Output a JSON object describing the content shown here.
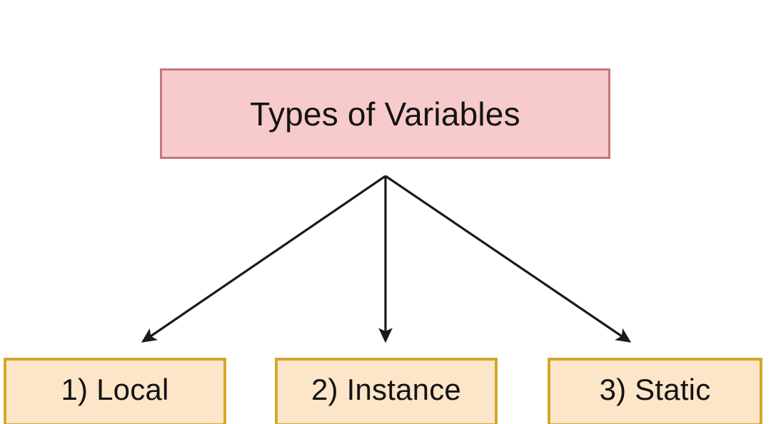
{
  "diagram": {
    "title": "Types of Variables",
    "background_color": "#FFFFFF",
    "root": {
      "label": "Types of Variables",
      "fill_color": "#F7CBCB",
      "border_color": "#C4777C"
    },
    "connector": {
      "style": "solid-line-with-filled-arrowhead",
      "color": "#1A1A1A",
      "origin": "single-junction-below-root",
      "count": 3
    },
    "children": [
      {
        "label": "1) Local",
        "index": "1",
        "name": "Local",
        "fill_color": "#FCE5C8",
        "border_color": "#D4A72C"
      },
      {
        "label": "2) Instance",
        "index": "2",
        "name": "Instance",
        "fill_color": "#FCE5C8",
        "border_color": "#D4A72C"
      },
      {
        "label": "3) Static",
        "index": "3",
        "name": "Static",
        "fill_color": "#FCE5C8",
        "border_color": "#D4A72C"
      }
    ]
  }
}
